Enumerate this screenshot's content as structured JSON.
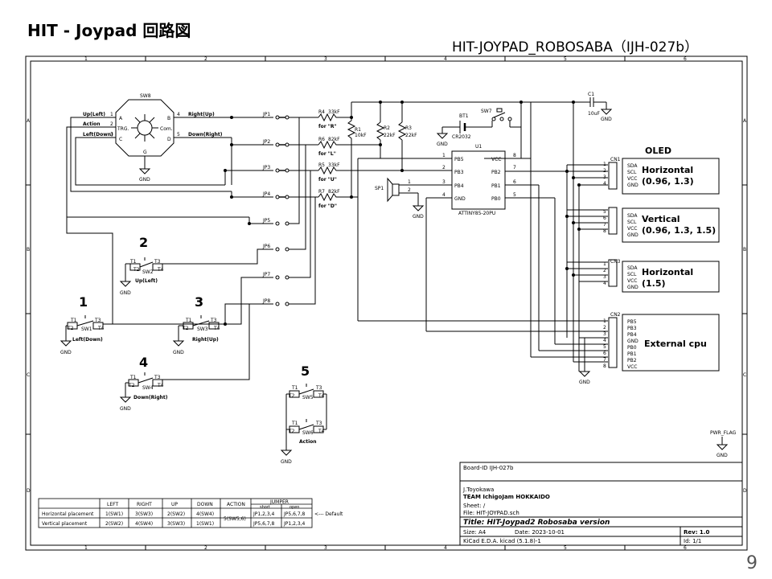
{
  "slide": {
    "title": "HIT - Joypad 回路図",
    "subtitle": "HIT-JOYPAD_ROBOSABA（IJH-027b）",
    "page_number": "9"
  },
  "frame": {
    "col_labels": [
      "1",
      "2",
      "3",
      "4",
      "5",
      "6"
    ],
    "row_labels": [
      "A",
      "B",
      "C",
      "D"
    ]
  },
  "sw8": {
    "ref": "SW8",
    "pins_left": [
      "Up(Left)",
      "Action",
      "Left(Down)"
    ],
    "pins_left_num": [
      "1",
      "2",
      "3"
    ],
    "letters_left": [
      "A",
      "TRG.",
      "C"
    ],
    "letters_right": [
      "B",
      "Com.",
      "D"
    ],
    "pins_right": [
      "Right(Up)",
      "Down(Right)"
    ],
    "pins_right_num": [
      "4",
      "5"
    ],
    "g_label": "G",
    "gnd": "GND"
  },
  "jumpers": [
    "JP1",
    "JP2",
    "JP3",
    "JP4",
    "JP5",
    "JP6",
    "JP7",
    "JP8"
  ],
  "resistors": [
    {
      "ref": "R4",
      "value": "33kF",
      "for": "for \"R\""
    },
    {
      "ref": "R6",
      "value": "82kF",
      "for": "for \"L\""
    },
    {
      "ref": "R5",
      "value": "33kF",
      "for": "for \"U\""
    },
    {
      "ref": "R7",
      "value": "82kF",
      "for": "for \"D\""
    }
  ],
  "pullups": [
    {
      "ref": "R1",
      "value": "10kF"
    },
    {
      "ref": "R2",
      "value": "22kF"
    },
    {
      "ref": "R3",
      "value": "22kF"
    }
  ],
  "battery": {
    "ref": "BT1",
    "value": "CR2032",
    "gnd": "GND"
  },
  "power_switch": {
    "ref": "SW7"
  },
  "capacitor": {
    "ref": "C1",
    "value": "10uF",
    "gnd": "GND"
  },
  "speaker": {
    "ref": "SP1",
    "pin1": "1",
    "pin2": "2",
    "gnd": "GND"
  },
  "mcu": {
    "ref": "U1",
    "part": "ATTINY85-20PU",
    "left_pins": [
      {
        "num": "1",
        "name": "PB5"
      },
      {
        "num": "2",
        "name": "PB3"
      },
      {
        "num": "3",
        "name": "PB4"
      },
      {
        "num": "4",
        "name": "GND"
      }
    ],
    "right_pins": [
      {
        "num": "8",
        "name": "VCC"
      },
      {
        "num": "7",
        "name": "PB2"
      },
      {
        "num": "6",
        "name": "PB1"
      },
      {
        "num": "5",
        "name": "PB0"
      }
    ]
  },
  "connectors": [
    {
      "ref": "CN1",
      "pins": [
        "SDA",
        "SCL",
        "VCC",
        "GND"
      ],
      "nums": [
        "1",
        "2",
        "3",
        "4"
      ],
      "label": "Horizontal",
      "label2": "(0.96, 1.3)"
    },
    {
      "ref": "",
      "pins": [
        "SDA",
        "SCL",
        "VCC",
        "GND"
      ],
      "nums": [
        "5",
        "6",
        "7",
        "8"
      ],
      "label": "Vertical",
      "label2": "(0.96, 1.3, 1.5)"
    },
    {
      "ref": "CN3",
      "pins": [
        "SDA",
        "SCL",
        "VCC",
        "GND"
      ],
      "nums": [
        "1",
        "2",
        "3",
        "4"
      ],
      "label": "Horizontal",
      "label2": "(1.5)"
    },
    {
      "ref": "CN2",
      "pins": [
        "PB5",
        "PB3",
        "PB4",
        "GND",
        "PB0",
        "PB1",
        "PB2",
        "VCC"
      ],
      "nums": [
        "1",
        "2",
        "3",
        "4",
        "5",
        "6",
        "7",
        "8"
      ],
      "label": "External cpu",
      "label2": ""
    }
  ],
  "oled_heading": "OLED",
  "connector_gnd": "GND",
  "pwr_flag": {
    "ref": "PWR_FLAG",
    "gnd": "GND"
  },
  "buttons": [
    {
      "num": "2",
      "ref": "SW2",
      "caption": "Up(Left)"
    },
    {
      "num": "1",
      "ref": "SW1",
      "caption": "Left(Down)"
    },
    {
      "num": "3",
      "ref": "SW3",
      "caption": "Right(Up)"
    },
    {
      "num": "4",
      "ref": "SW4",
      "caption": "Down(Right)"
    },
    {
      "num": "5",
      "ref": "SW5",
      "caption": ""
    },
    {
      "num": "",
      "ref": "SW6",
      "caption": "Action"
    }
  ],
  "tact_pins": [
    "T1",
    "T2",
    "T3",
    "T4"
  ],
  "gnd_label": "GND",
  "table": {
    "headers": [
      "",
      "LEFT",
      "RIGHT",
      "UP",
      "DOWN",
      "ACTION",
      "JUMPER"
    ],
    "jumper_sub": [
      "short",
      "open"
    ],
    "rows": [
      {
        "name": "Horizontal placement",
        "cells": [
          "1(SW1)",
          "3(SW3)",
          "2(SW2)",
          "4(SW4)"
        ],
        "short": "JP1,2,3,4",
        "open": "JP5,6,7,8",
        "note": "<--- Default"
      },
      {
        "name": "Vertical placement",
        "cells": [
          "2(SW2)",
          "4(SW4)",
          "3(SW3)",
          "1(SW1)"
        ],
        "short": "JP5,6,7,8",
        "open": "JP1,2,3,4",
        "note": ""
      }
    ],
    "action_cell": "5(SW5,6)"
  },
  "title_block": {
    "board_id": "Board-ID IJH-027b",
    "author": "J.Toyokawa",
    "team": "TEAM IchigoJam HOKKAIDO",
    "sheet": "Sheet: /",
    "file": "File: HIT-JOYPAD.sch",
    "title": "Title: HIT-Joypad2 Robosaba version",
    "size": "Size: A4",
    "date": "Date: 2023-10-01",
    "rev": "Rev: 1.0",
    "kicad": "KiCad E.D.A.  kicad (5.1.8)-1",
    "id": "Id: 1/1"
  }
}
